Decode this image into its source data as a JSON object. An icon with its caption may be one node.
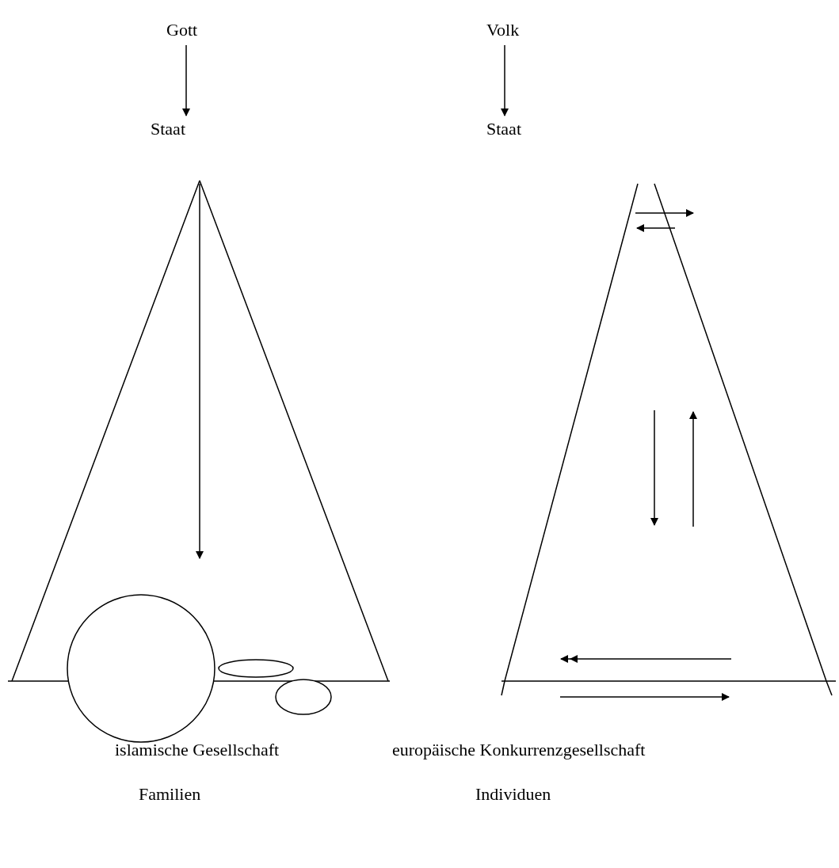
{
  "diagram": {
    "nodes": [
      {
        "text": [
          "Gott"
        ]
      },
      {
        "text": [
          "Staat"
        ]
      },
      {
        "text": [
          "Volk"
        ]
      },
      {
        "text": [
          "Staat"
        ]
      },
      {
        "text": [],
        "shape": "triangle",
        "beside": [
          "islamische Gesellschaft",
          "Familien"
        ]
      },
      {
        "text": [],
        "shape": "circle",
        "in": 4
      },
      {
        "text": [],
        "shape": "ellipse",
        "in": 4
      },
      {
        "text": [],
        "shape": "ellipse",
        "in": 4
      },
      {
        "text": [],
        "shape": "triangle",
        "beside": [
          "europäische Konkurrenzgesellschaft",
          "Individuen"
        ]
      }
    ],
    "edges": [
      {
        "from": 0,
        "to": 1,
        "arrow": "to"
      },
      {
        "from": 2,
        "to": 3,
        "arrow": "to"
      }
    ]
  }
}
